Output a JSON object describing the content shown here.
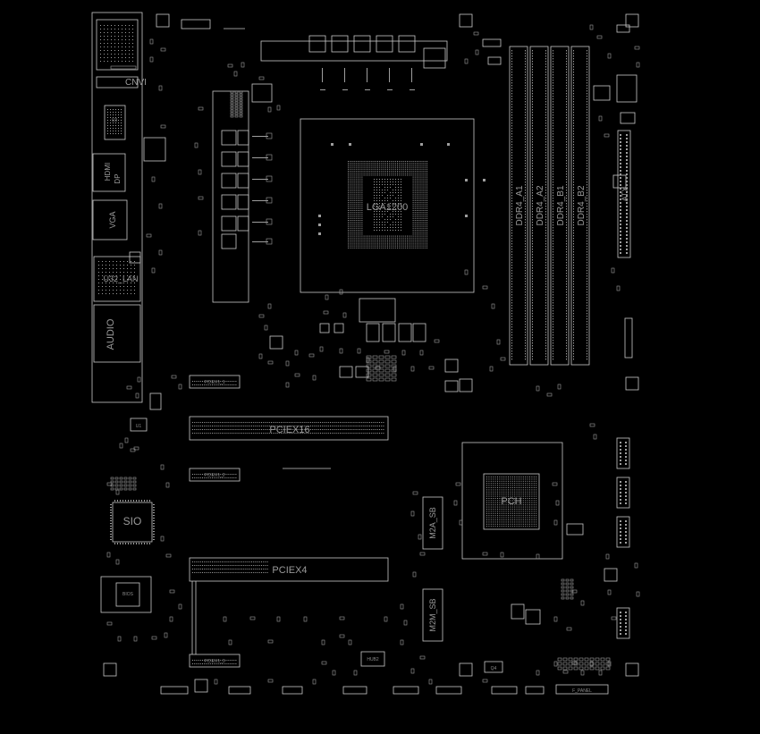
{
  "diagram": {
    "background": "#000000",
    "outline_color": "#c8c8c8",
    "detail_color": "#9e9e9e",
    "label_color": "#9a9a9a"
  },
  "labels": {
    "cpu_socket": "LGA1200",
    "dimm_a1": "DDR4_A1",
    "dimm_a2": "DDR4_A2",
    "dimm_b1": "DDR4_B1",
    "dimm_b2": "DDR4_B2",
    "atx": "ATX",
    "pcie_x16": "PCIEX16",
    "pcie_x4": "PCIEX4",
    "pcie_x1_top": "PCIEX1_1",
    "pcie_x1_mid": "PCIEX1_2",
    "pcie_x1_bot": "PCIEX1_3",
    "sio": "SIO",
    "pch": "PCH",
    "m2a": "M2A_SB",
    "m2m": "M2M_SB",
    "cnv": "CNVI",
    "usb_lan": "U32_LAN",
    "audio": "AUDIO",
    "hdmi": "HDMI",
    "dp": "DP",
    "vga": "VGA",
    "usb_3": "U3",
    "bios": "BIOS",
    "f_panel": "F_PANEL",
    "hub": "HUB2",
    "q4": "Q4",
    "u1": "U1"
  }
}
